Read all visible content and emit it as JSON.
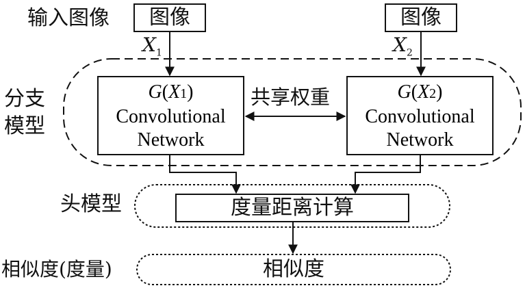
{
  "input_label": "输入图像",
  "image_box_left": "图像",
  "image_box_right": "图像",
  "x1_label": "X",
  "x1_sub": "1",
  "x2_label": "X",
  "x2_sub": "2",
  "branch_label_line1": "分支",
  "branch_label_line2": "模型",
  "shared_weights_label": "共享权重",
  "left_network": {
    "func": "G",
    "arg": "X",
    "sub": "1",
    "line2": "Convolutional",
    "line3": "Network"
  },
  "right_network": {
    "func": "G",
    "arg": "X",
    "sub": "2",
    "line2": "Convolutional",
    "line3": "Network"
  },
  "head_label": "头模型",
  "metric_box": "度量距离计算",
  "similarity_label": "相似度(度量)",
  "similarity_box": "相似度"
}
